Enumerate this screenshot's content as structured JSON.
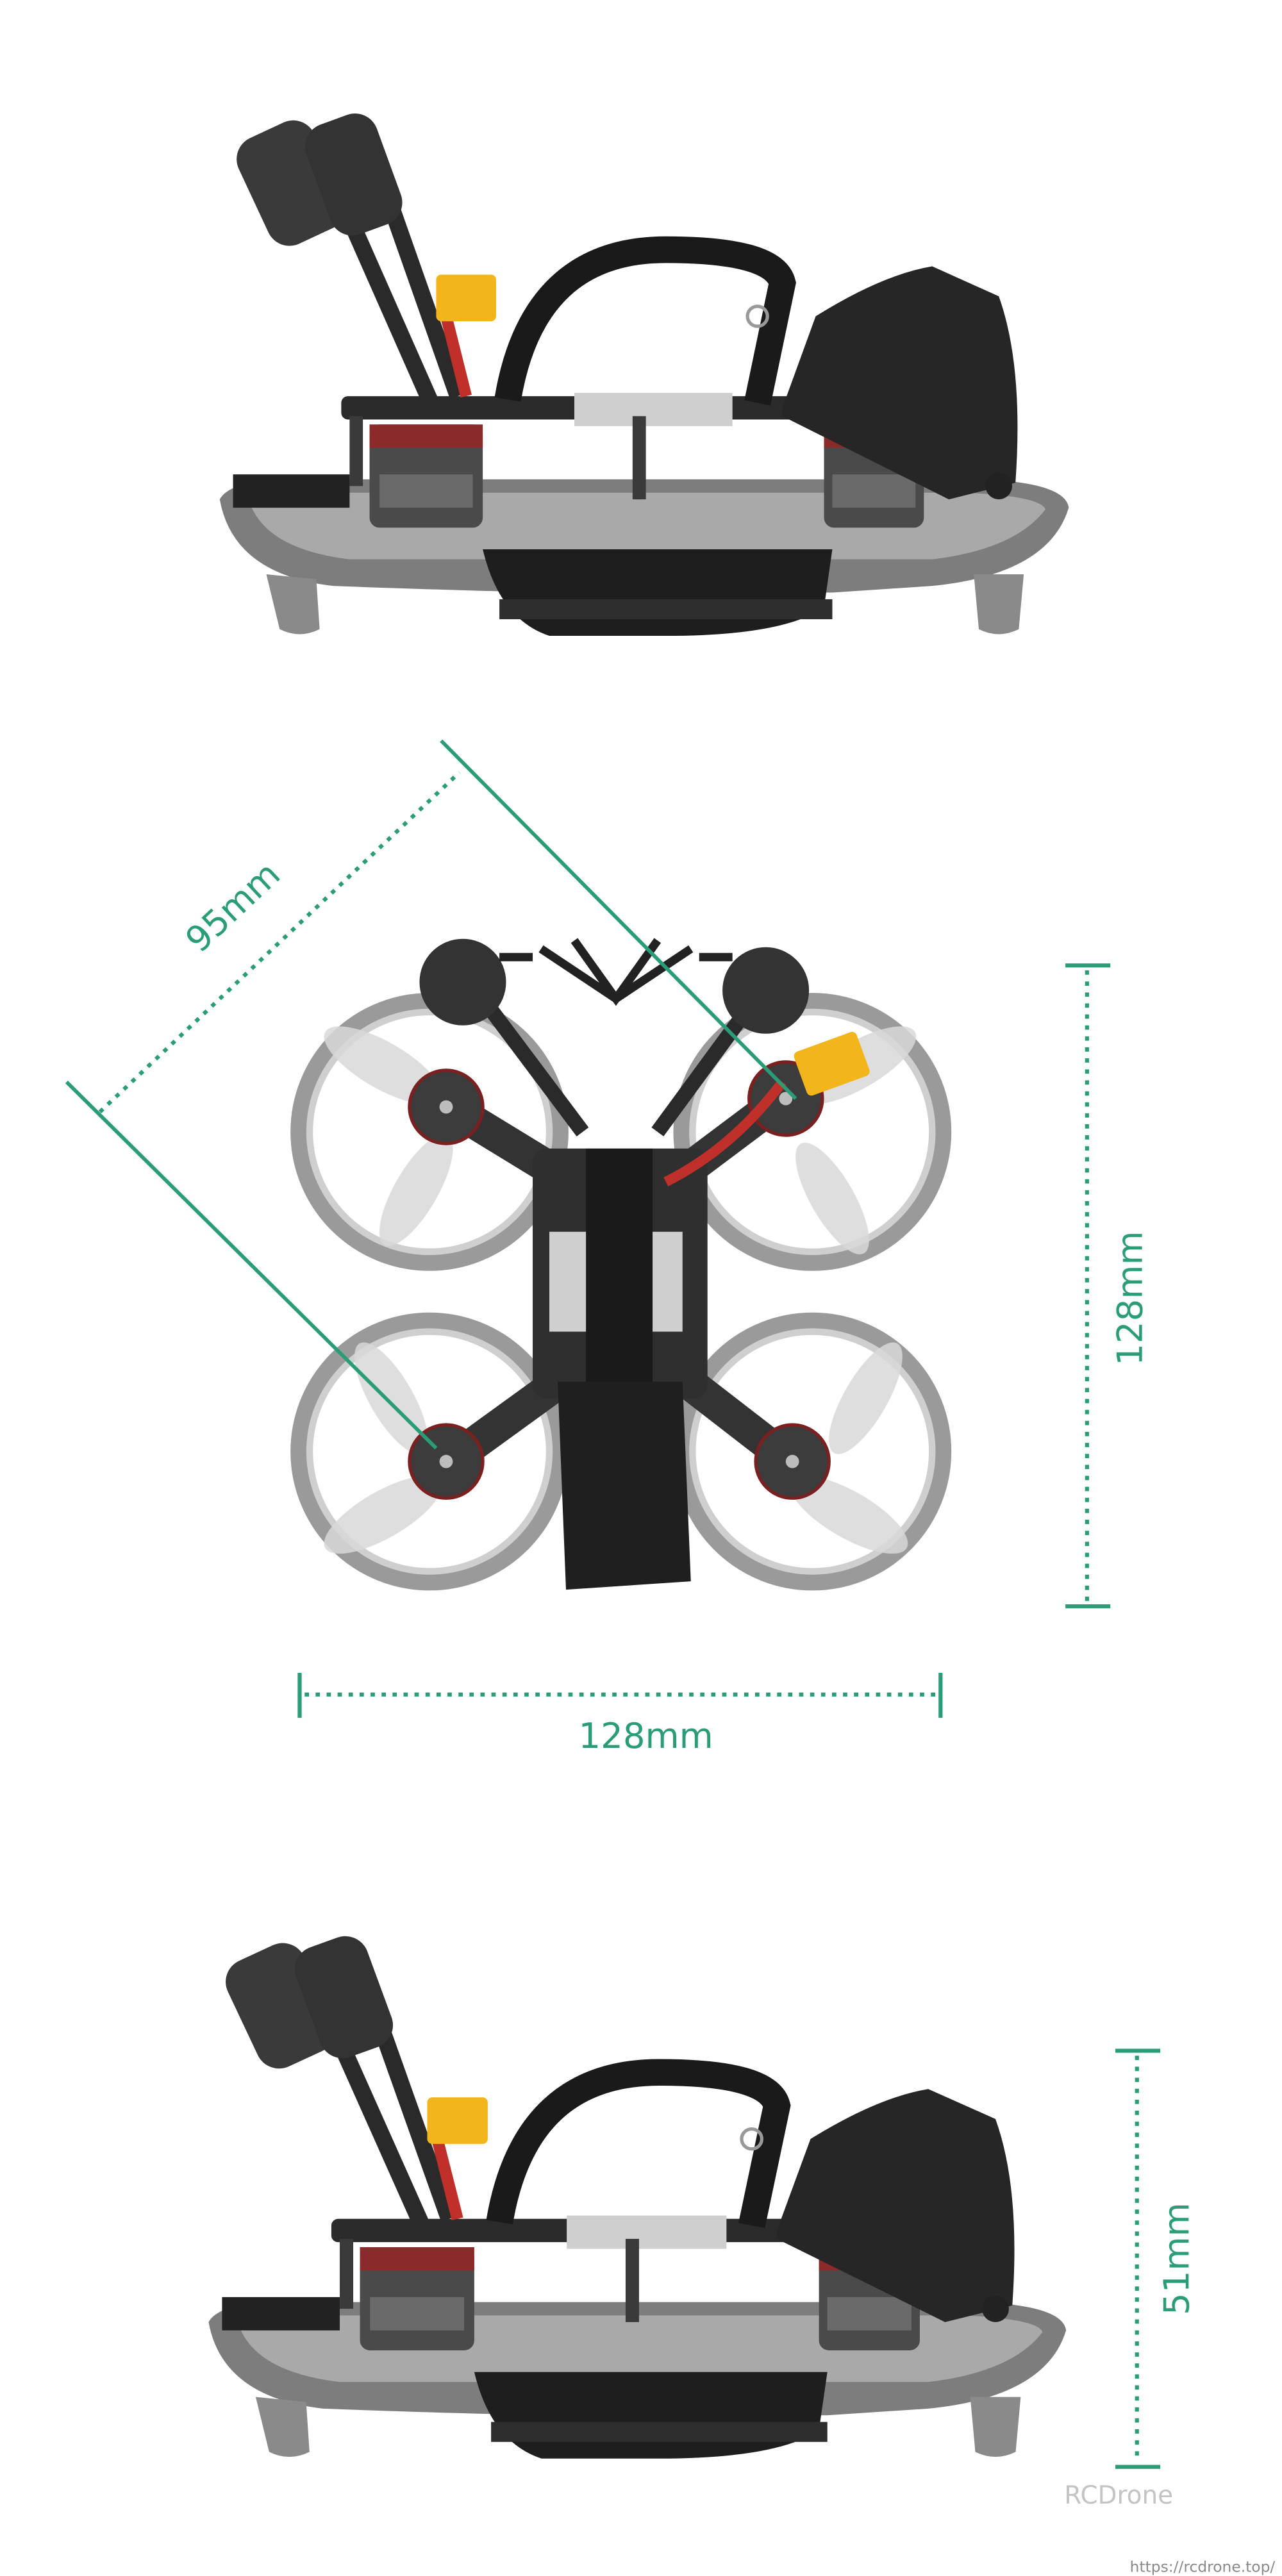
{
  "dimensions": {
    "diagonal": "95mm",
    "height_top_view": "128mm",
    "width_top_view": "128mm",
    "height_side_view": "51mm"
  },
  "colors": {
    "dimension_line": "#2a9d78",
    "duct": "#8f8f8f",
    "frame": "#2b2b2b",
    "battery_connector": "#f2b51c"
  },
  "watermark": {
    "brand": "RCDrone",
    "url": "https://rcdrone.top/"
  }
}
